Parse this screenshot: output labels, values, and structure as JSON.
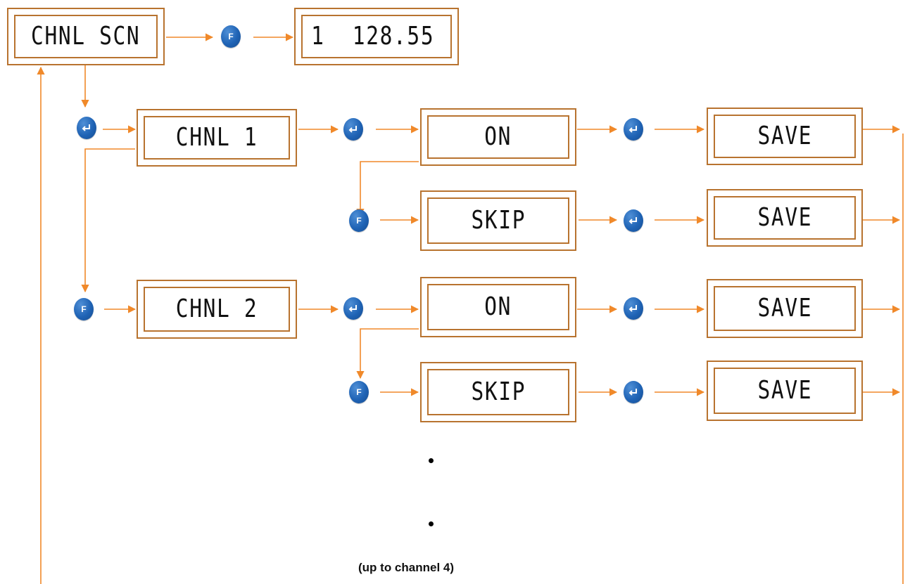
{
  "colors": {
    "wire": "#f0892a",
    "frame": "#b8732f",
    "button": "#1f63b5"
  },
  "displays": {
    "menu": "CHNL SCN",
    "reading_channel": "1",
    "reading_value": "128.55",
    "ch1": "CHNL 1",
    "ch2": "CHNL 2",
    "on": "ON",
    "skip": "SKIP",
    "save": "SAVE"
  },
  "buttons": {
    "function_label": "F",
    "enter_icon": "enter-arrow-icon"
  },
  "footer_note": "(up to channel 4)"
}
